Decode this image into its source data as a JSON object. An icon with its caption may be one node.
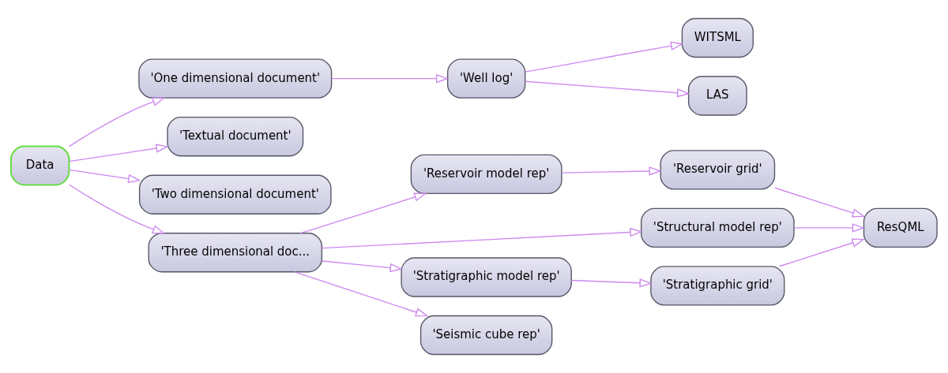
{
  "diagram": {
    "nodes": [
      {
        "text": [
          "Data"
        ]
      },
      {
        "text": [
          "'One dimensional document'"
        ]
      },
      {
        "text": [
          "'Textual document'"
        ]
      },
      {
        "text": [
          "'Two dimensional document'"
        ]
      },
      {
        "text": [
          "'Three dimensional doc..."
        ]
      },
      {
        "text": [
          "'Well log'"
        ]
      },
      {
        "text": [
          "'Reservoir model rep'"
        ]
      },
      {
        "text": [
          "'Structural model rep'"
        ]
      },
      {
        "text": [
          "'Stratigraphic model rep'"
        ]
      },
      {
        "text": [
          "'Seismic cube rep'"
        ]
      },
      {
        "text": [
          "WITSML"
        ]
      },
      {
        "text": [
          "LAS"
        ]
      },
      {
        "text": [
          "'Reservoir grid'"
        ]
      },
      {
        "text": [
          "'Stratigraphic grid'"
        ]
      },
      {
        "text": [
          "ResQML"
        ]
      }
    ],
    "edges": [
      {
        "from": 0,
        "to": 1,
        "arrow": "to"
      },
      {
        "from": 0,
        "to": 2,
        "arrow": "to"
      },
      {
        "from": 0,
        "to": 3,
        "arrow": "to"
      },
      {
        "from": 0,
        "to": 4,
        "arrow": "to"
      },
      {
        "from": 1,
        "to": 5,
        "arrow": "to"
      },
      {
        "from": 5,
        "to": 10,
        "arrow": "to"
      },
      {
        "from": 5,
        "to": 11,
        "arrow": "to"
      },
      {
        "from": 4,
        "to": 6,
        "arrow": "to"
      },
      {
        "from": 4,
        "to": 7,
        "arrow": "to"
      },
      {
        "from": 4,
        "to": 8,
        "arrow": "to"
      },
      {
        "from": 4,
        "to": 9,
        "arrow": "to"
      },
      {
        "from": 6,
        "to": 12,
        "arrow": "to"
      },
      {
        "from": 12,
        "to": 14,
        "arrow": "to"
      },
      {
        "from": 7,
        "to": 14,
        "arrow": "to"
      },
      {
        "from": 8,
        "to": 13,
        "arrow": "to"
      },
      {
        "from": 13,
        "to": 14,
        "arrow": "to"
      }
    ]
  }
}
